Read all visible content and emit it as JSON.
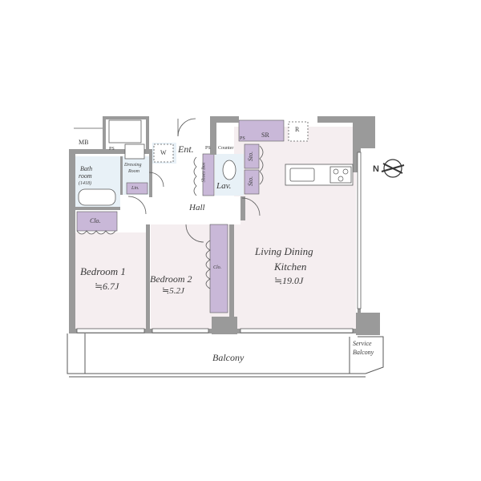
{
  "rooms": {
    "bedroom1": {
      "name": "Bedroom 1",
      "size": "≒6.7J"
    },
    "bedroom2": {
      "name": "Bedroom 2",
      "size": "≒5.2J"
    },
    "ldk": {
      "line1": "Living Dining",
      "line2": "Kitchen",
      "size": "≒19.0J"
    },
    "hall": "Hall",
    "entrance": "Ent.",
    "balcony": "Balcony",
    "service_balcony": {
      "line1": "Service",
      "line2": "Balcony"
    },
    "bathroom": {
      "line1": "Bath",
      "line2": "room",
      "line3": "(1418)"
    },
    "dressing_room": {
      "line1": "Dressing",
      "line2": "Room"
    }
  },
  "fixtures": {
    "mb": "MB",
    "ps_left": "PS",
    "ps_entry": "PS",
    "ps_kitchen": "PS",
    "washer": "W",
    "linen": "Lin.",
    "closet_bed1": "Clo.",
    "closet_bed2": "Clo.",
    "shoes_box": "Shoes Box",
    "counter": "Counter",
    "lavatory": "Lav.",
    "storage_upper": "Sto.",
    "storage_lower": "Sto.",
    "storage_room": "SR",
    "refrigerator": "R"
  },
  "compass": {
    "label": "N"
  },
  "colors": {
    "wall": "#9a9a9a",
    "floor_pink": "#f5eef0",
    "floor_blue": "#e8f1f7",
    "storage_purple": "#c9b8d8",
    "line": "#5a5a5a"
  }
}
